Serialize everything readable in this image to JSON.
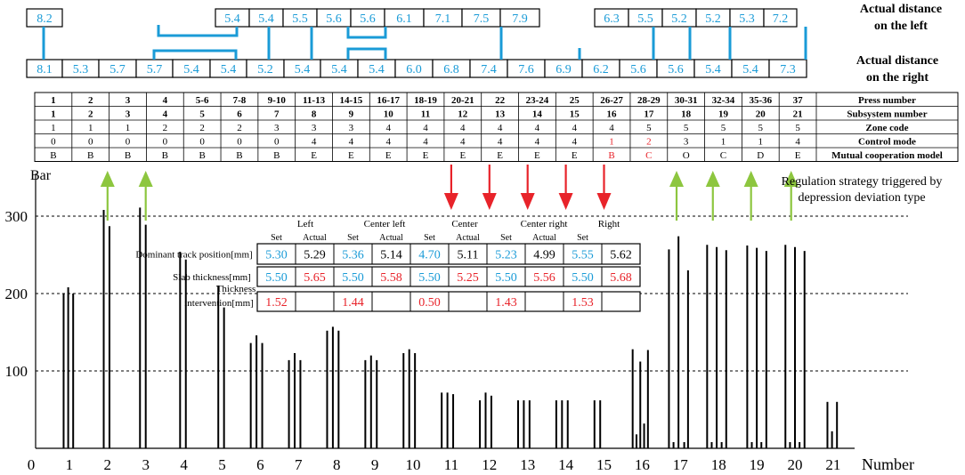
{
  "colors": {
    "blue": "#1a9bd7",
    "red": "#e8232a",
    "green": "#8dc63f",
    "black": "#000000"
  },
  "labels": {
    "left_title": [
      "Actual distance",
      "on the left"
    ],
    "right_title": [
      "Actual distance",
      "on the right"
    ],
    "regulation_note": [
      "Regulation strategy triggered by",
      "depression deviation type"
    ]
  },
  "top_distances": {
    "left": [
      "8.2",
      "5.4",
      "5.4",
      "5.5",
      "5.6",
      "5.6",
      "6.1",
      "7.1",
      "7.5",
      "7.9",
      "6.3",
      "5.5",
      "5.2",
      "5.2",
      "5.3",
      "7.2"
    ],
    "right": [
      "8.1",
      "5.3",
      "5.7",
      "5.7",
      "5.4",
      "5.4",
      "5.2",
      "5.4",
      "5.4",
      "5.4",
      "6.0",
      "6.8",
      "7.4",
      "7.6",
      "6.9",
      "6.2",
      "5.6",
      "5.6",
      "5.4",
      "5.4",
      "7.3"
    ]
  },
  "info_table": {
    "row_labels": [
      "Press number",
      "Subsystem number",
      "Zone code",
      "Control mode",
      "Mutual cooperation model"
    ],
    "columns": [
      [
        "1",
        "1",
        "1",
        "0",
        "B"
      ],
      [
        "2",
        "2",
        "1",
        "0",
        "B"
      ],
      [
        "3",
        "3",
        "1",
        "0",
        "B"
      ],
      [
        "4",
        "4",
        "2",
        "0",
        "B"
      ],
      [
        "5-6",
        "5",
        "2",
        "0",
        "B"
      ],
      [
        "7-8",
        "6",
        "2",
        "0",
        "B"
      ],
      [
        "9-10",
        "7",
        "3",
        "0",
        "B"
      ],
      [
        "11-13",
        "8",
        "3",
        "4",
        "E"
      ],
      [
        "14-15",
        "9",
        "3",
        "4",
        "E"
      ],
      [
        "16-17",
        "10",
        "4",
        "4",
        "E"
      ],
      [
        "18-19",
        "11",
        "4",
        "4",
        "E"
      ],
      [
        "20-21",
        "12",
        "4",
        "4",
        "E"
      ],
      [
        "22",
        "13",
        "4",
        "4",
        "E"
      ],
      [
        "23-24",
        "14",
        "4",
        "4",
        "E"
      ],
      [
        "25",
        "15",
        "4",
        "4",
        "E"
      ],
      [
        "26-27",
        "16",
        "4",
        "1",
        "B"
      ],
      [
        "28-29",
        "17",
        "5",
        "2",
        "C"
      ],
      [
        "30-31",
        "18",
        "5",
        "3",
        "O"
      ],
      [
        "32-34",
        "19",
        "5",
        "1",
        "C"
      ],
      [
        "35-36",
        "20",
        "5",
        "1",
        "D"
      ],
      [
        "37",
        "21",
        "5",
        "4",
        "E"
      ]
    ],
    "red_columns": [
      15,
      16
    ]
  },
  "inset": {
    "headers": [
      "Left",
      "Center left",
      "Center",
      "Center right",
      "Right"
    ],
    "sub_headers": [
      "Set",
      "Actual",
      "Set",
      "Actual",
      "Set",
      "Actual",
      "Set",
      "Actual",
      "Set",
      ""
    ],
    "row_labels": [
      "Dominant track position[mm]",
      "Slab thickness[mm]",
      "Thickness intervention[mm]"
    ],
    "rows": [
      [
        "5.30",
        "5.29",
        "5.36",
        "5.14",
        "4.70",
        "5.11",
        "5.23",
        "4.99",
        "5.55",
        "5.62"
      ],
      [
        "5.50",
        "5.65",
        "5.50",
        "5.58",
        "5.50",
        "5.25",
        "5.50",
        "5.56",
        "5.50",
        "5.68"
      ],
      [
        "1.52",
        "",
        "1.44",
        "",
        "0.50",
        "",
        "1.43",
        "",
        "1.53",
        ""
      ]
    ]
  },
  "chart_data": {
    "type": "bar",
    "xlabel": "Number",
    "ylabel": "Bar",
    "x_ticks": [
      "0",
      "1",
      "2",
      "3",
      "4",
      "5",
      "6",
      "7",
      "8",
      "9",
      "10",
      "11",
      "12",
      "13",
      "14",
      "15",
      "16",
      "17",
      "18",
      "19",
      "20",
      "21"
    ],
    "y_ticks": [
      "100",
      "200",
      "300"
    ],
    "xlim": [
      0,
      21.8
    ],
    "ylim": [
      0,
      355
    ],
    "gridlines_y": [
      100,
      200,
      300
    ],
    "bars": [
      {
        "x": 0.85,
        "value": 200
      },
      {
        "x": 0.97,
        "value": 208
      },
      {
        "x": 1.1,
        "value": 200
      },
      {
        "x": 1.9,
        "value": 308
      },
      {
        "x": 2.05,
        "value": 287
      },
      {
        "x": 2.85,
        "value": 311
      },
      {
        "x": 3.0,
        "value": 289
      },
      {
        "x": 3.9,
        "value": 254
      },
      {
        "x": 4.05,
        "value": 244
      },
      {
        "x": 4.9,
        "value": 210
      },
      {
        "x": 5.05,
        "value": 182
      },
      {
        "x": 5.75,
        "value": 136
      },
      {
        "x": 5.9,
        "value": 146
      },
      {
        "x": 6.05,
        "value": 136
      },
      {
        "x": 6.75,
        "value": 114
      },
      {
        "x": 6.9,
        "value": 123
      },
      {
        "x": 7.05,
        "value": 114
      },
      {
        "x": 7.75,
        "value": 152
      },
      {
        "x": 7.9,
        "value": 157
      },
      {
        "x": 8.05,
        "value": 152
      },
      {
        "x": 8.75,
        "value": 114
      },
      {
        "x": 8.9,
        "value": 120
      },
      {
        "x": 9.05,
        "value": 114
      },
      {
        "x": 9.75,
        "value": 123
      },
      {
        "x": 9.9,
        "value": 128
      },
      {
        "x": 10.05,
        "value": 123
      },
      {
        "x": 10.75,
        "value": 72
      },
      {
        "x": 10.9,
        "value": 72
      },
      {
        "x": 11.05,
        "value": 70
      },
      {
        "x": 11.75,
        "value": 62
      },
      {
        "x": 11.9,
        "value": 72
      },
      {
        "x": 12.05,
        "value": 68
      },
      {
        "x": 12.75,
        "value": 62
      },
      {
        "x": 12.9,
        "value": 62
      },
      {
        "x": 13.05,
        "value": 62
      },
      {
        "x": 13.75,
        "value": 62
      },
      {
        "x": 13.9,
        "value": 62
      },
      {
        "x": 14.05,
        "value": 62
      },
      {
        "x": 14.75,
        "value": 62
      },
      {
        "x": 14.9,
        "value": 62
      },
      {
        "x": 15.75,
        "value": 128
      },
      {
        "x": 15.85,
        "value": 18
      },
      {
        "x": 15.95,
        "value": 112
      },
      {
        "x": 16.05,
        "value": 32
      },
      {
        "x": 16.15,
        "value": 127
      },
      {
        "x": 16.7,
        "value": 257
      },
      {
        "x": 16.82,
        "value": 8
      },
      {
        "x": 16.95,
        "value": 274
      },
      {
        "x": 17.1,
        "value": 8
      },
      {
        "x": 17.2,
        "value": 230
      },
      {
        "x": 17.7,
        "value": 263
      },
      {
        "x": 17.82,
        "value": 8
      },
      {
        "x": 17.95,
        "value": 260
      },
      {
        "x": 18.08,
        "value": 8
      },
      {
        "x": 18.2,
        "value": 256
      },
      {
        "x": 18.75,
        "value": 262
      },
      {
        "x": 18.87,
        "value": 8
      },
      {
        "x": 19.0,
        "value": 259
      },
      {
        "x": 19.12,
        "value": 8
      },
      {
        "x": 19.25,
        "value": 255
      },
      {
        "x": 19.75,
        "value": 263
      },
      {
        "x": 19.87,
        "value": 8
      },
      {
        "x": 20.0,
        "value": 260
      },
      {
        "x": 20.12,
        "value": 8
      },
      {
        "x": 20.25,
        "value": 255
      },
      {
        "x": 20.85,
        "value": 60
      },
      {
        "x": 20.97,
        "value": 22
      },
      {
        "x": 21.1,
        "value": 60
      }
    ],
    "up_arrows_green": [
      2,
      3,
      16.9,
      17.85,
      18.85,
      19.9
    ],
    "down_arrows_red": [
      11,
      12,
      13,
      14,
      15
    ]
  }
}
